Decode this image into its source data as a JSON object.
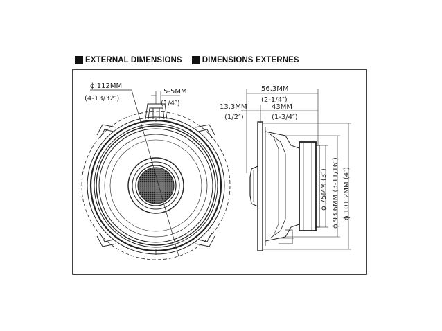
{
  "header": {
    "title_en": "EXTERNAL DIMENSIONS",
    "title_fr": "DIMENSIONS EXTERNES"
  },
  "front_view": {
    "outer_diameter": "ϕ 112MM",
    "outer_diameter_in": "(4-13/32″)",
    "mount_depth": "5-5MM",
    "mount_depth_in": "(1/4″)"
  },
  "side_view": {
    "total_depth": "56.3MM",
    "total_depth_in": "(2-1/4″)",
    "flange": "13.3MM",
    "flange_in": "(1/2″)",
    "mount_depth": "43MM",
    "mount_depth_in": "(1-3/4″)",
    "d1": "ϕ 75MM (3″)",
    "d2": "ϕ 93.6MM (3-11/16″)",
    "d3": "ϕ 101.2MM (4″)"
  },
  "colors": {
    "line": "#222222",
    "frame": "#111111"
  }
}
